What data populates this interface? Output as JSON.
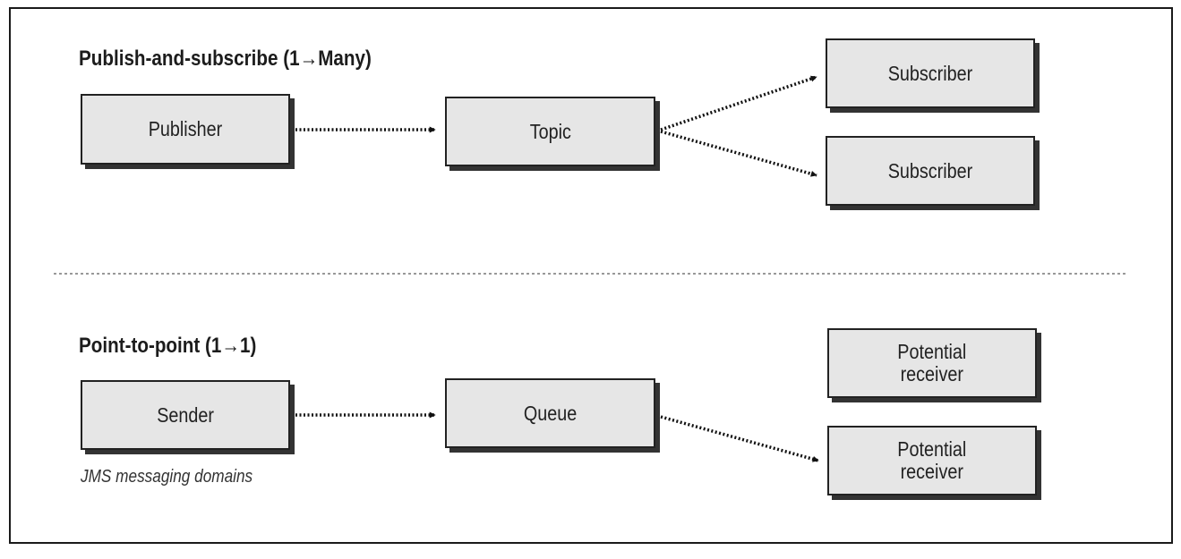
{
  "pubsub": {
    "heading": "Publish-and-subscribe (1→Many)",
    "publisher": "Publisher",
    "topic": "Topic",
    "subscriber_1": "Subscriber",
    "subscriber_2": "Subscriber"
  },
  "p2p": {
    "heading": "Point-to-point (1→1)",
    "sender": "Sender",
    "queue": "Queue",
    "receiver_1": "Potential\nreceiver",
    "receiver_2": "Potential\nreceiver"
  },
  "caption": "JMS messaging domains"
}
